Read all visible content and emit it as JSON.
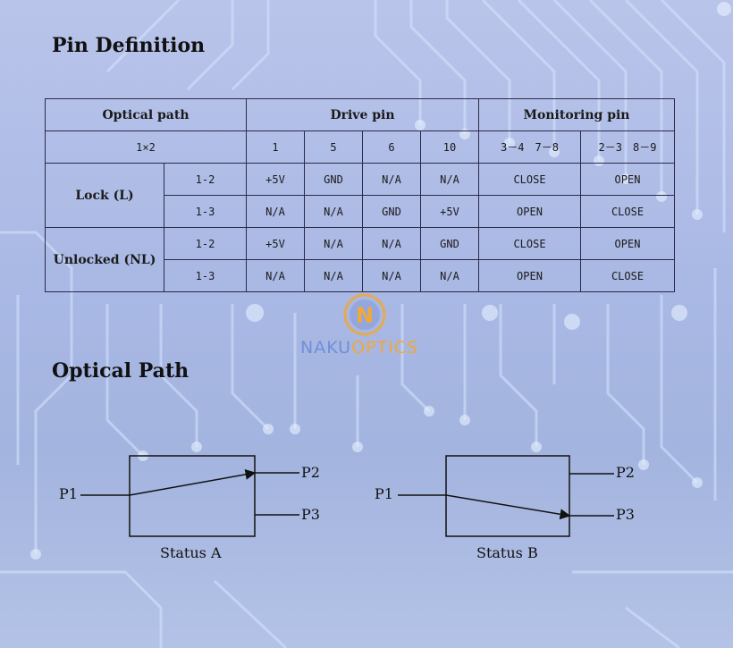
{
  "headings": {
    "pin_definition": "Pin Definition",
    "optical_path": "Optical Path"
  },
  "table": {
    "header": {
      "optical_path": "Optical path",
      "drive_pin": "Drive pin",
      "monitoring_pin": "Monitoring pin"
    },
    "subheader": {
      "config": "1×2",
      "drive_pins": [
        "1",
        "5",
        "6",
        "10"
      ],
      "monitor_pins": [
        "3－4　7－8",
        "2－3　8－9"
      ]
    },
    "groups": [
      {
        "label": "Lock (L)",
        "rows": [
          {
            "path": "1-2",
            "drive": [
              "+5V",
              "GND",
              "N/A",
              "N/A"
            ],
            "monitor": [
              "CLOSE",
              "OPEN"
            ]
          },
          {
            "path": "1-3",
            "drive": [
              "N/A",
              "N/A",
              "GND",
              "+5V"
            ],
            "monitor": [
              "OPEN",
              "CLOSE"
            ]
          }
        ]
      },
      {
        "label": "Unlocked (NL)",
        "rows": [
          {
            "path": "1-2",
            "drive": [
              "+5V",
              "N/A",
              "N/A",
              "GND"
            ],
            "monitor": [
              "CLOSE",
              "OPEN"
            ]
          },
          {
            "path": "1-3",
            "drive": [
              "N/A",
              "N/A",
              "N/A",
              "N/A"
            ],
            "monitor": [
              "OPEN",
              "CLOSE"
            ]
          }
        ]
      }
    ]
  },
  "logo": {
    "letter": "N",
    "text_a": "NAKU",
    "text_b": "OPTICS"
  },
  "diagrams": [
    {
      "status": "Status A",
      "p1": "P1",
      "p2": "P2",
      "p3": "P3"
    },
    {
      "status": "Status B",
      "p1": "P1",
      "p2": "P2",
      "p3": "P3"
    }
  ],
  "colors": {
    "logo_blue": "#6f8fd8",
    "logo_orange": "#f0a838"
  }
}
